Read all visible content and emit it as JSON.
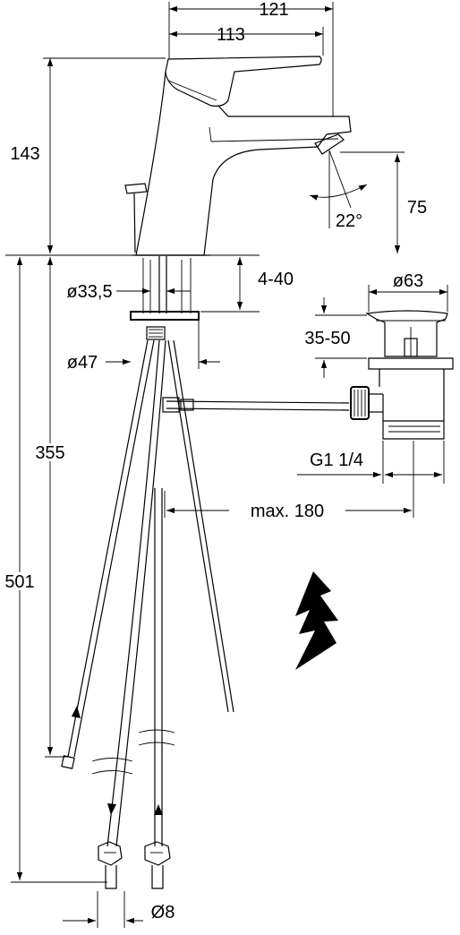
{
  "dimensions": {
    "width_overall": "121",
    "width_spout": "113",
    "height_tap": "143",
    "height_spout": "75",
    "spout_angle": "22°",
    "bore_diameter": "ø33,5",
    "deck_thickness": "4-40",
    "flange_diameter": "ø47",
    "height_supply": "355",
    "height_total": "501",
    "waste_diameter": "ø63",
    "waste_range": "35-50",
    "waste_thread": "G1 1/4",
    "rod_max": "max. 180",
    "hose_diameter": "Ø8"
  },
  "symbols": {
    "warning": "lightning-bolt-icon",
    "flow_arrows": "flow-arrow-icon"
  },
  "colors": {
    "line": "#000000",
    "background": "#ffffff"
  }
}
